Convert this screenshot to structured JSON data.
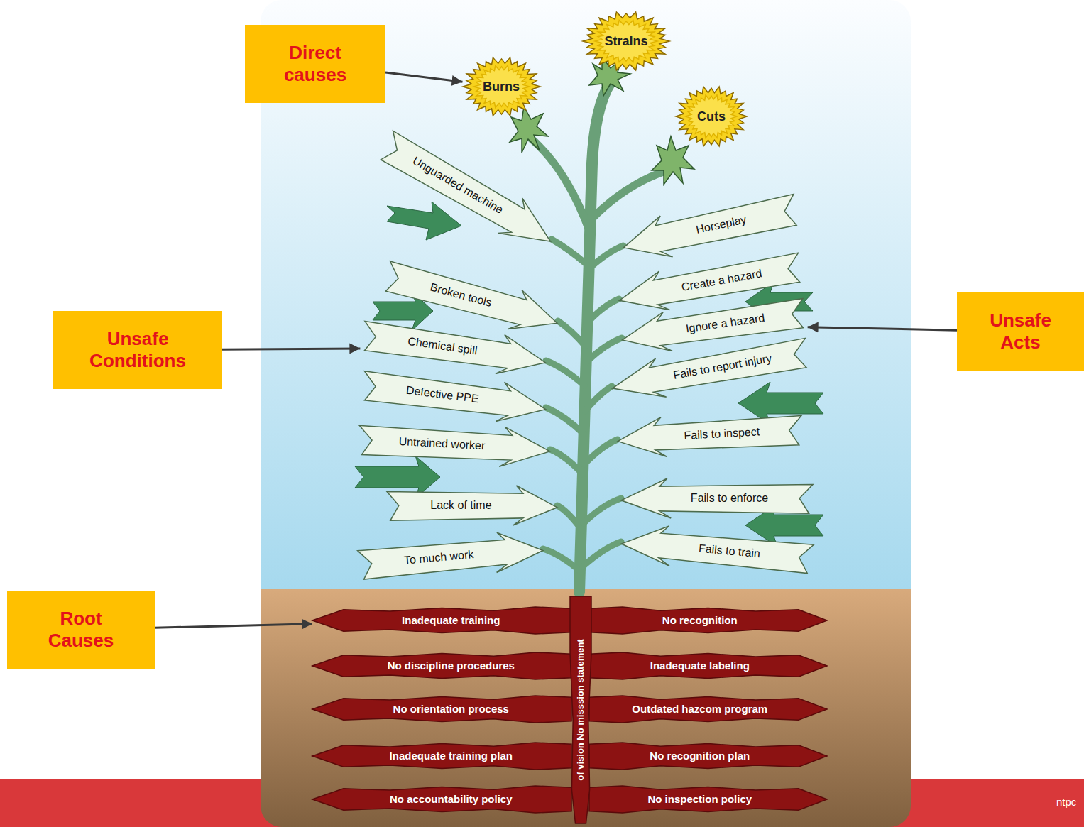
{
  "diagram": {
    "nodes": [
      {
        "text": [
          "Direct causes"
        ]
      },
      {
        "text": [
          "Burns"
        ]
      },
      {
        "text": [
          "Strains"
        ]
      },
      {
        "text": [
          "Cuts"
        ]
      },
      {
        "text": [
          "Unsafe Conditions"
        ]
      },
      {
        "text": [
          "Unguarded machine"
        ]
      },
      {
        "text": [
          "Broken tools"
        ]
      },
      {
        "text": [
          "Chemical spill"
        ]
      },
      {
        "text": [
          "Defective PPE"
        ]
      },
      {
        "text": [
          "Untrained worker"
        ]
      },
      {
        "text": [
          "Lack of time"
        ]
      },
      {
        "text": [
          "To much work"
        ]
      },
      {
        "text": [
          "Unsafe Acts"
        ]
      },
      {
        "text": [
          "Horseplay"
        ]
      },
      {
        "text": [
          "Create a hazard"
        ]
      },
      {
        "text": [
          "Ignore a hazard"
        ]
      },
      {
        "text": [
          "Fails to report injury"
        ]
      },
      {
        "text": [
          "Fails to inspect"
        ]
      },
      {
        "text": [
          "Fails to enforce"
        ]
      },
      {
        "text": [
          "Fails to train"
        ]
      },
      {
        "text": [
          "Root Causes"
        ]
      },
      {
        "text": [
          "Inadequate training"
        ]
      },
      {
        "text": [
          "No discipline procedures"
        ]
      },
      {
        "text": [
          "No orientation process"
        ]
      },
      {
        "text": [
          "Inadequate training plan"
        ]
      },
      {
        "text": [
          "No accountability policy"
        ]
      },
      {
        "text": [
          "No recognition"
        ]
      },
      {
        "text": [
          "Inadequate labeling"
        ]
      },
      {
        "text": [
          "Outdated hazcom program"
        ]
      },
      {
        "text": [
          "No recognition plan"
        ]
      },
      {
        "text": [
          "No inspection policy"
        ]
      },
      {
        "text": [
          "of vision No misssion statement"
        ]
      }
    ],
    "edges": [
      {
        "from": 0,
        "to": 1,
        "arrow": "to"
      },
      {
        "from": 4,
        "to": 7,
        "arrow": "to"
      },
      {
        "from": 12,
        "to": 15,
        "arrow": "to"
      },
      {
        "from": 20,
        "to": 21,
        "arrow": "to"
      }
    ],
    "labels": [
      "ntpc"
    ]
  }
}
